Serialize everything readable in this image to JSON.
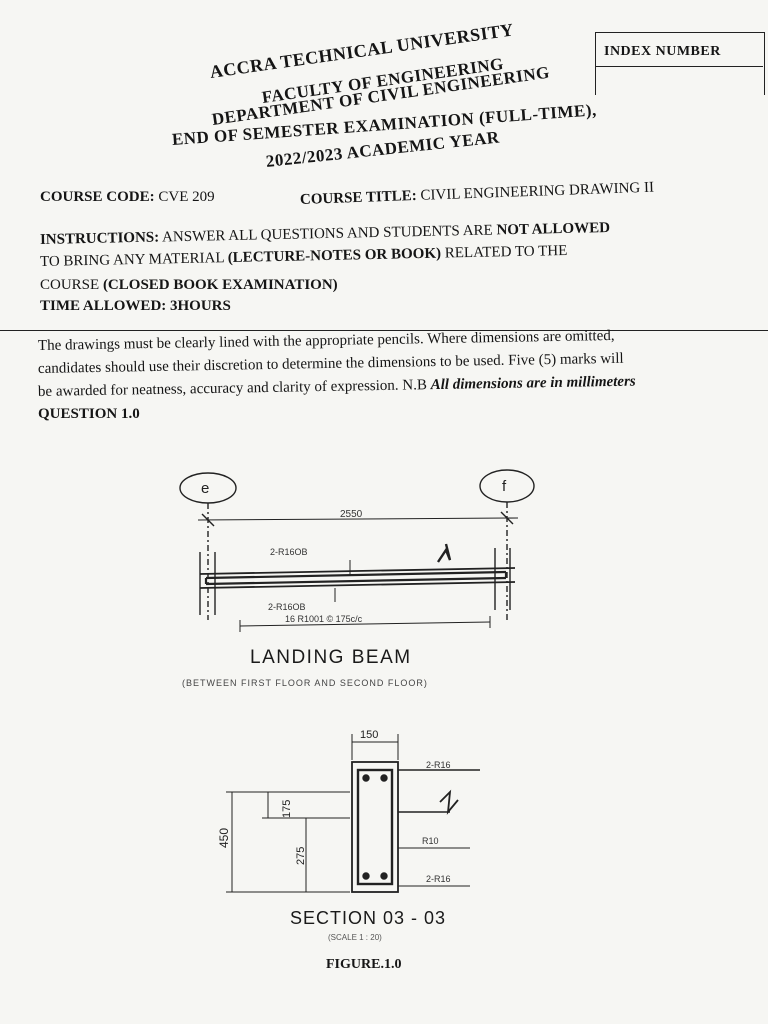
{
  "header": {
    "university": "ACCRA TECHNICAL UNIVERSITY",
    "faculty": "FACULTY OF ENGINEERING",
    "department": "DEPARTMENT OF CIVIL ENGINEERING",
    "exam": "END OF SEMESTER EXAMINATION (FULL-TIME),",
    "year": "2022/2023 ACADEMIC YEAR"
  },
  "index_box": {
    "label": "INDEX NUMBER"
  },
  "course": {
    "code_label": "COURSE CODE:",
    "code_value": "CVE 209",
    "title_label": "COURSE TITLE:",
    "title_value": "CIVIL ENGINEERING DRAWING II"
  },
  "instructions": {
    "label": "INSTRUCTIONS:",
    "line1_text": "ANSWER ALL QUESTIONS AND STUDENTS ARE",
    "line1_bold": "NOT ALLOWED",
    "line2_text": "TO BRING ANY MATERIAL",
    "line2_bold": "(LECTURE-NOTES OR BOOK)",
    "line2_tail": "RELATED TO THE",
    "line3_text": "COURSE",
    "line3_bold": "(CLOSED BOOK EXAMINATION)",
    "time": "TIME ALLOWED: 3HOURS"
  },
  "body": {
    "line1": "The drawings must be clearly lined with the appropriate pencils. Where dimensions are omitted,",
    "line2": "candidates should use their discretion to determine the dimensions to be used. Five (5) marks will",
    "line3": "be awarded for neatness, accuracy and clarity of expression. N.B",
    "line3_italic": "All dimensions are in millimeters",
    "question": "QUESTION 1.0"
  },
  "beam_drawing": {
    "grid_left": "e",
    "grid_right": "f",
    "span": "2550",
    "top_bars": "2-R16OB",
    "bottom_bars": "2-R16OB",
    "stirrups": "16 R1001 © 175c/c",
    "title": "LANDING BEAM",
    "subtitle": "(BETWEEN FIRST FLOOR AND SECOND FLOOR)"
  },
  "section_drawing": {
    "width": "150",
    "depth": "450",
    "dim_upper": "175",
    "dim_lower": "275",
    "top_bars": "2-R16",
    "stirrup": "R10",
    "bottom_bars": "2-R16",
    "title": "SECTION 03 - 03",
    "scale": "(SCALE 1 : 20)"
  },
  "figure_caption": "FIGURE.1.0"
}
